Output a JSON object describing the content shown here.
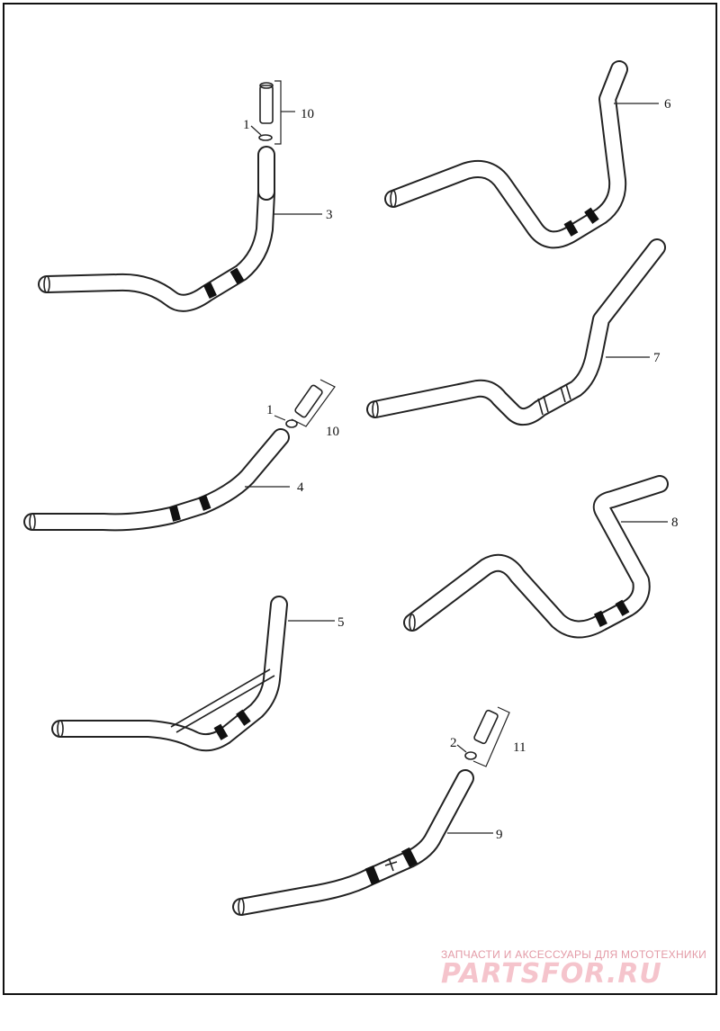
{
  "callouts": {
    "c1a": "1",
    "c10a": "10",
    "c3": "3",
    "c6": "6",
    "c7": "7",
    "c1b": "1",
    "c10b": "10",
    "c4": "4",
    "c8": "8",
    "c5": "5",
    "c2": "2",
    "c11": "11",
    "c9": "9"
  },
  "watermark": {
    "tagline": "ЗАПЧАСТИ И АКСЕССУАРЫ ДЛЯ МОТОТЕХНИКИ",
    "brand": "PARTSFOR.RU"
  },
  "colors": {
    "line": "#222222",
    "watermark": "#e39aa6"
  }
}
